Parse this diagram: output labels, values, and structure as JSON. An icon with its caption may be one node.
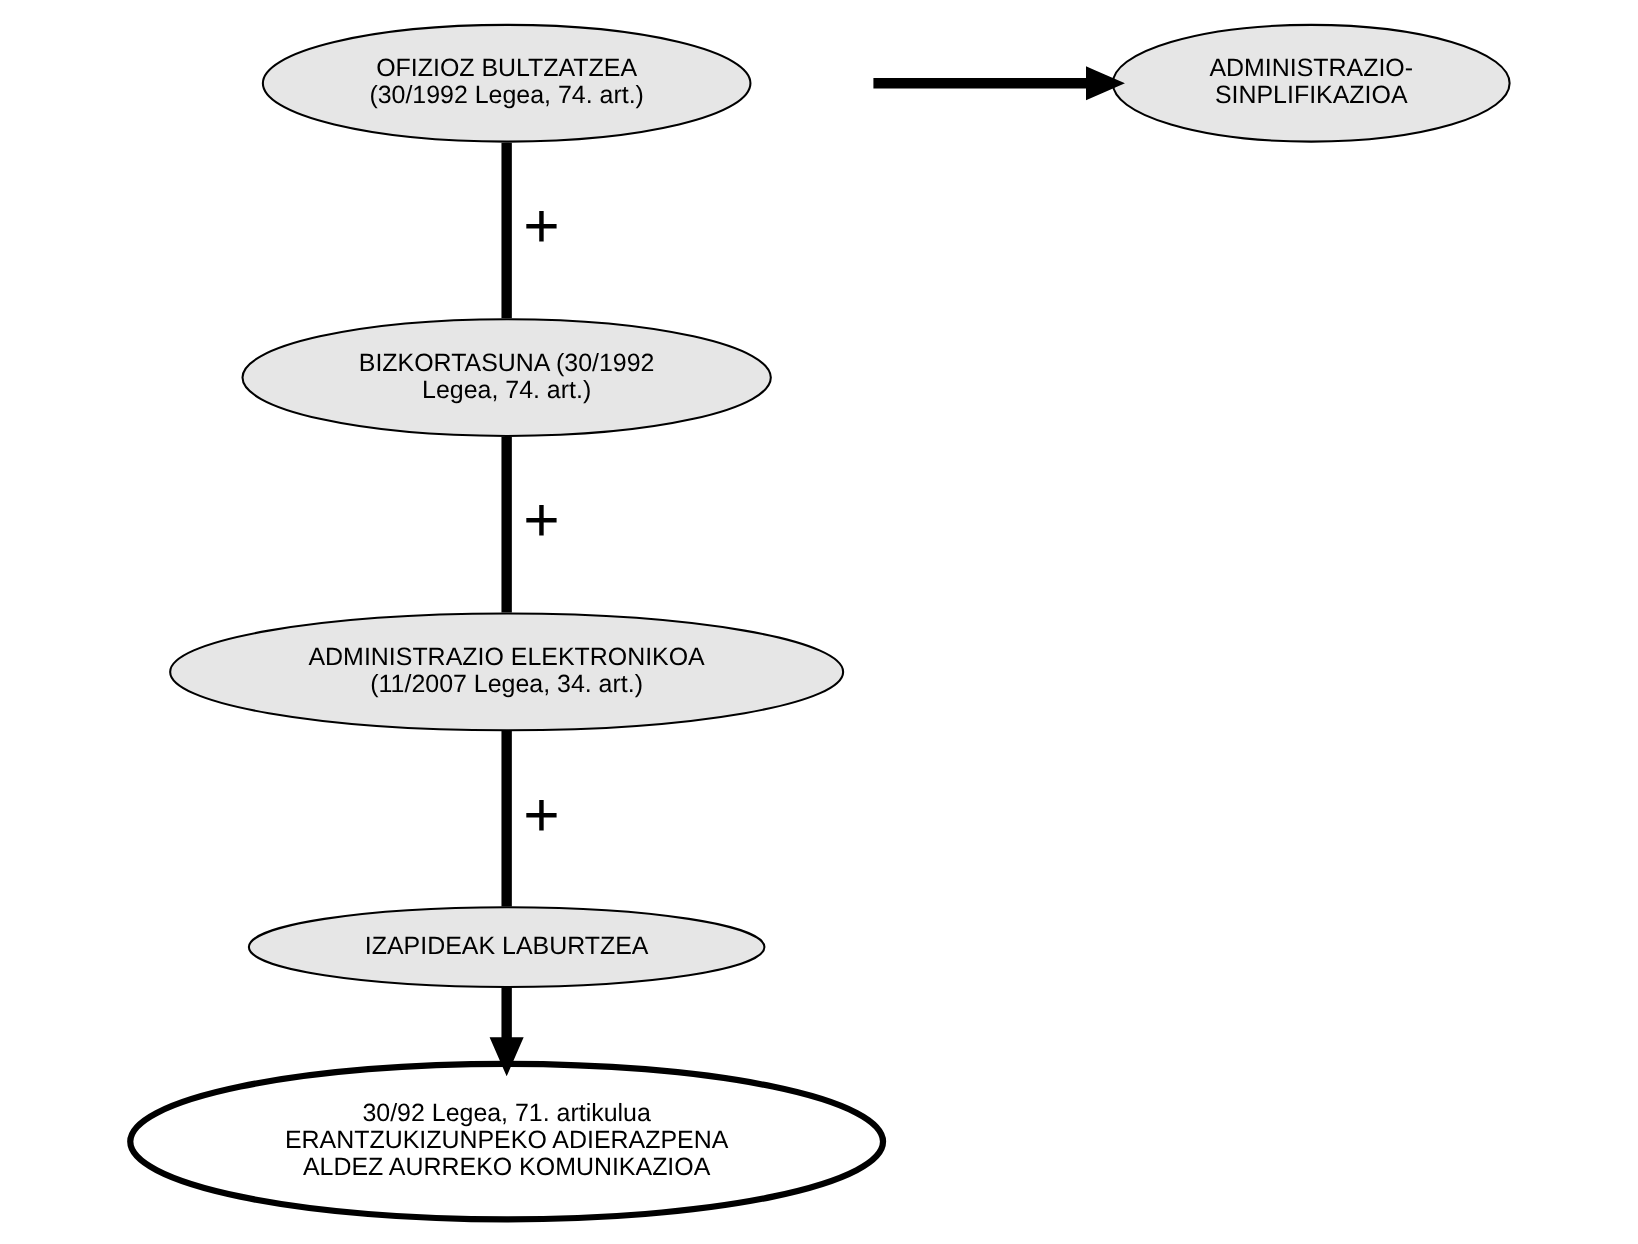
{
  "diagram": {
    "nodes": [
      {
        "text": [
          "OFIZIOZ BULTZATZEA (30/1992 Legea, 74. art.)"
        ]
      },
      {
        "text": [
          "BIZKORTASUNA (30/1992 Legea, 74. art.)"
        ]
      },
      {
        "text": [
          "ADMINISTRAZIO ELEKTRONIKOA (11/2007 Legea, 34. art.)"
        ]
      },
      {
        "text": [
          "IZAPIDEAK LABURTZEA"
        ]
      },
      {
        "text": [
          "ADMINISTRAZIO- SINPLIFIKAZIOA"
        ]
      },
      {
        "text": [
          "30/92 Legea, 71. artikulua",
          "ERANTZUKIZUNPEKO ADIERAZPENA",
          "ALDEZ AURREKO KOMUNIKAZIOA"
        ]
      }
    ],
    "edges": [
      {
        "from": 0,
        "to": 1,
        "arrow": "none",
        "label": "+"
      },
      {
        "from": 1,
        "to": 2,
        "arrow": "none",
        "label": "+"
      },
      {
        "from": 2,
        "to": 3,
        "arrow": "none",
        "label": "+"
      },
      {
        "from": null,
        "to": 4,
        "arrow": "to"
      },
      {
        "from": 3,
        "to": 5,
        "arrow": "to"
      }
    ]
  }
}
